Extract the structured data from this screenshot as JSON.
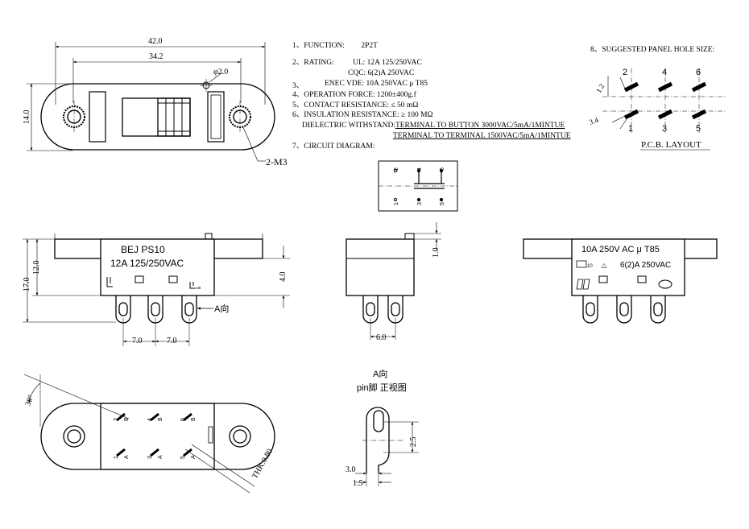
{
  "specs": {
    "function": {
      "num": "1、",
      "label": "FUNCTION:",
      "value": "2P2T"
    },
    "rating": {
      "num": "2、",
      "label": "RATING:",
      "ul": "UL: 12A 125/250VAC",
      "cqc": "CQC: 6(2)A 250VAC",
      "enec": "ENEC VDE: 10A 250VAC μ T85"
    },
    "operation_force": {
      "num": "4、",
      "label": "OPERATION FORCE: 1200±400g.f"
    },
    "contact_resistance": {
      "num": "5、",
      "label": "CONTACT RESISTANCE: ≤ 50 mΩ"
    },
    "insulation_resistance": {
      "num": "6、",
      "label": "INSULATION RESISTANCE: ≥ 100 MΩ"
    },
    "dielectric": {
      "label": "DIELECTRIC WITHSTAND:",
      "line1": "TERMINAL TO BUTTON 3000VAC/5mA/1MINTUE",
      "line2": "TERMINAL TO TERMINAL 1500VAC/5mA/1MINTUE"
    },
    "circuit": {
      "num": "7、",
      "label": "CIRCUIT DIAGRAM:"
    },
    "item3": "3、"
  },
  "panel_hole": {
    "title": "8、SUGGESTED PANEL HOLE SIZE:",
    "pcb_label": "P.C.B. LAYOUT",
    "dim_spacing": "1.2",
    "dim_offset": "3.4",
    "top_numbers": [
      "2",
      "4",
      "6"
    ],
    "bottom_numbers": [
      "1",
      "3",
      "5"
    ]
  },
  "top_view": {
    "dim_total": "42.0",
    "dim_holes": "34.2",
    "dim_height": "14.0",
    "dim_hole": "φ2.0",
    "screw_label": "2-M3"
  },
  "circuit_pins": {
    "top": [
      "2",
      "4",
      "6"
    ],
    "bottom": [
      "1",
      "3",
      "5"
    ]
  },
  "front_view": {
    "marking_line1": "BEJ   PS10",
    "marking_line2": "12A 125/250VAC",
    "dim_total_height": "17.0",
    "dim_body_height": "12.0",
    "dim_flange": "4.0",
    "dim_pitch1": "7.0",
    "dim_pitch2": "7.0",
    "direction_label": "A向"
  },
  "side_view": {
    "dim_button": "1.0",
    "dim_pitch": "6.0"
  },
  "rear_view": {
    "marking_line1": "10A 250V AC μ T85",
    "marking_line2": "6(2)A 250VAC",
    "enec_mark": "10"
  },
  "bottom_view": {
    "dim_angle": "30°",
    "dim_thk": "THK:0.80",
    "pin_labels_top": [
      "2",
      "4",
      "6"
    ],
    "pin_labels_bottom": [
      "1",
      "3",
      "5"
    ],
    "pin_letter_top": "B",
    "pin_letter_bottom": "A"
  },
  "pin_detail": {
    "title1": "A向",
    "title2": "pin脚  正视图",
    "dim_slot": "2.5",
    "dim_width": "3.0",
    "dim_thick": "1.5"
  }
}
